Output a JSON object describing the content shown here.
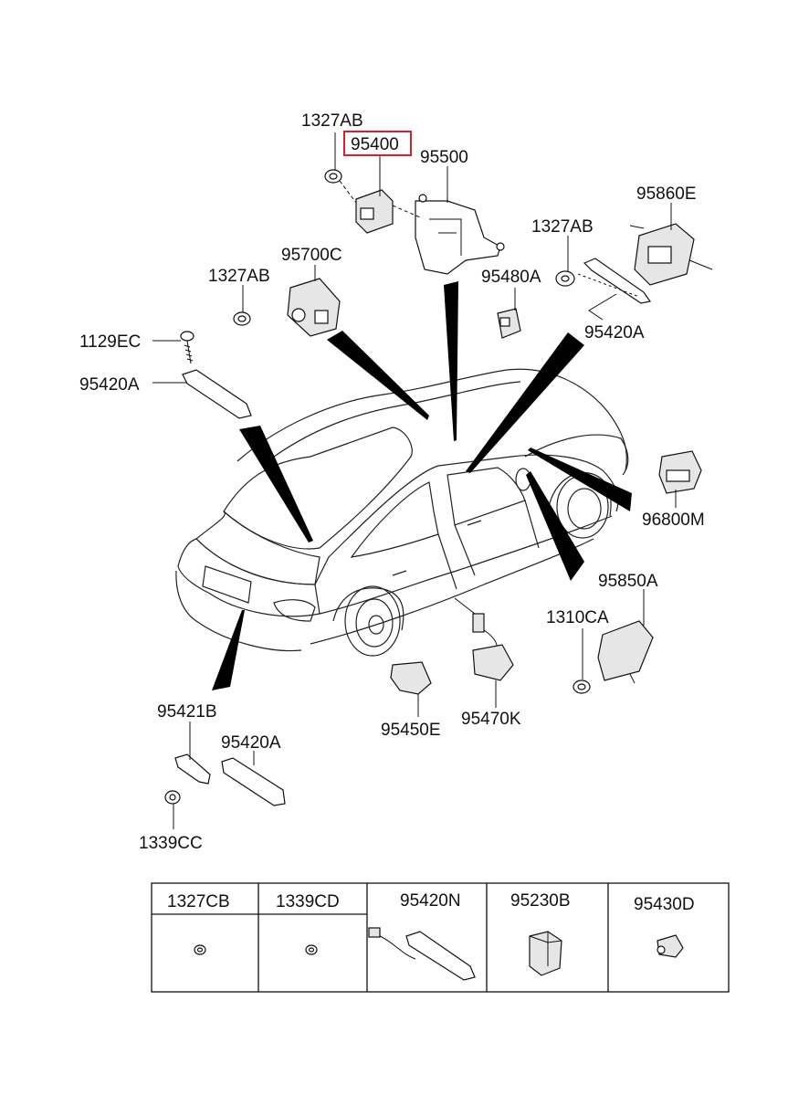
{
  "parts": {
    "p1327ab_top": "1327AB",
    "p95400": "95400",
    "p95500": "95500",
    "p95860e": "95860E",
    "p1327ab_mid": "1327AB",
    "p95700c": "95700C",
    "p1327ab_left": "1327AB",
    "p95480a": "95480A",
    "p95420a_right": "95420A",
    "p1129ec": "1129EC",
    "p95420a_left": "95420A",
    "p96800m": "96800M",
    "p95850a": "95850A",
    "p1310ca": "1310CA",
    "p95450e": "95450E",
    "p95470k": "95470K",
    "p95421b": "95421B",
    "p95420a_bottom": "95420A",
    "p1339cc": "1339CC"
  },
  "highlight": {
    "part": "95400",
    "color": "#d9202a"
  },
  "table": {
    "headers": [
      "1327CB",
      "1339CD",
      "95420N",
      "95230B",
      "95430D"
    ]
  }
}
